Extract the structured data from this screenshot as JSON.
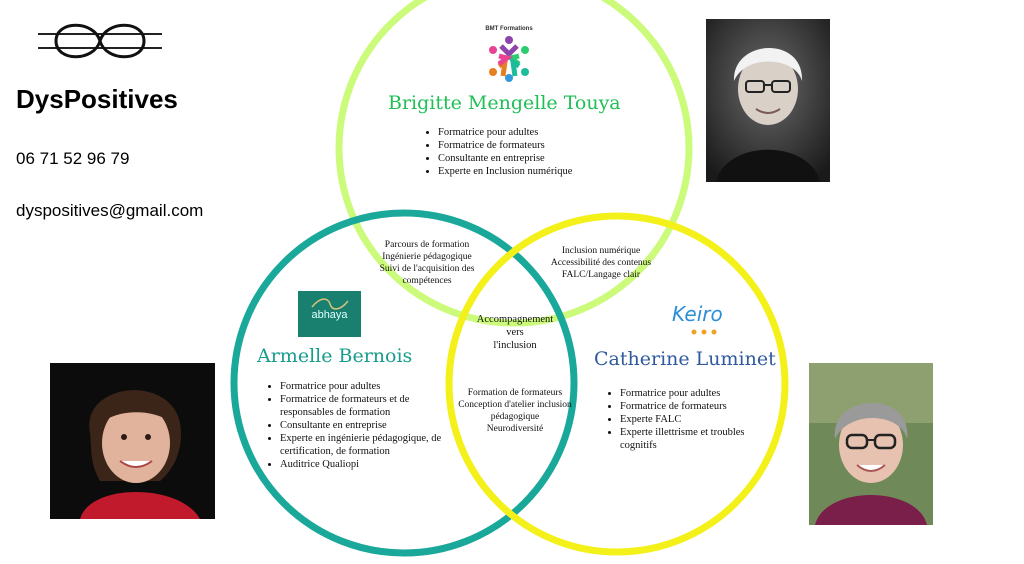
{
  "brand": {
    "name": "DysPositives",
    "phone": "06 71 52 96 79",
    "email": "dyspositives@gmail.com"
  },
  "colors": {
    "circle_top": "#ccfb7b",
    "circle_left": "#1aa89a",
    "circle_right": "#f3f01a",
    "name_top": "#1fbf55",
    "name_left": "#189d8c",
    "name_right": "#2f5a9e"
  },
  "people": {
    "brigitte": {
      "logo_text": "BMT Formations",
      "name": "Brigitte Mengelle Touya",
      "roles": [
        "Formatrice pour adultes",
        "Formatrice de formateurs",
        "Consultante en entreprise",
        "Experte en Inclusion numérique"
      ]
    },
    "armelle": {
      "logo_text": "abhaya",
      "name": "Armelle Bernois",
      "roles": [
        "Formatrice pour adultes",
        "Formatrice de formateurs et de responsables de formation",
        "Consultante en entreprise",
        "Experte en ingénierie pédagogique, de certification, de formation",
        "Auditrice Qualiopi"
      ]
    },
    "catherine": {
      "logo_text": "Keiro",
      "name": "Catherine Luminet",
      "roles": [
        "Formatrice pour adultes",
        "Formatrice de formateurs",
        "Experte FALC",
        "Experte illettrisme et troubles cognitifs"
      ]
    }
  },
  "overlaps": {
    "top_left": [
      "Parcours de formation",
      "Ingénierie pédagogique",
      "Suivi de l'acquisition des compétences"
    ],
    "top_right": [
      "Inclusion numérique",
      "Accessibilité des contenus",
      "FALC/Langage clair"
    ],
    "left_right": [
      "Formation de formateurs",
      "Conception d'atelier inclusion pédagogique",
      "Neurodiversité"
    ],
    "center": [
      "Accompagnement",
      "vers",
      "l'inclusion"
    ]
  }
}
